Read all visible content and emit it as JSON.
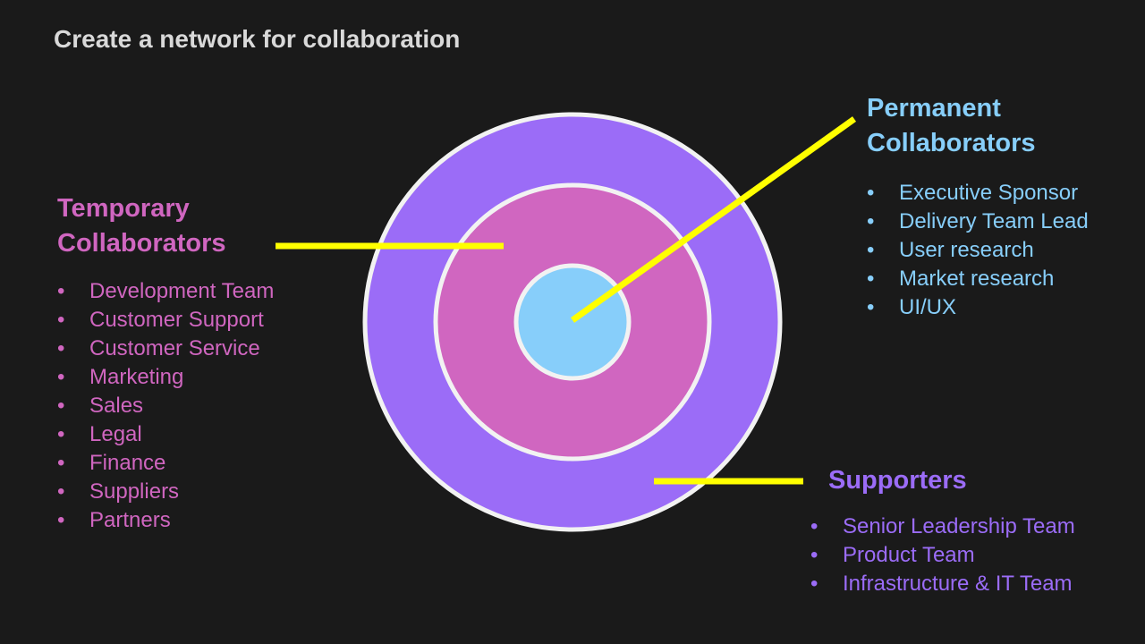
{
  "title": "Create a network for collaboration",
  "colors": {
    "background": "#1a1a1a",
    "title": "#d9d9d9",
    "outer_ring": "#9b6cf7",
    "middle_ring": "#d066c0",
    "inner_circle": "#87cefa",
    "ring_border": "#f2f2f2",
    "connector": "#ffff00"
  },
  "groups": {
    "temporary": {
      "heading_line1": "Temporary",
      "heading_line2": "Collaborators",
      "items": [
        "Development Team",
        "Customer Support",
        "Customer Service",
        "Marketing",
        "Sales",
        "Legal",
        "Finance",
        "Suppliers",
        "Partners"
      ]
    },
    "permanent": {
      "heading_line1": "Permanent",
      "heading_line2": "Collaborators",
      "items": [
        "Executive Sponsor",
        "Delivery Team Lead",
        "User research",
        "Market research",
        "UI/UX"
      ]
    },
    "supporters": {
      "heading": "Supporters",
      "items": [
        "Senior Leadership Team",
        "Product Team",
        "Infrastructure & IT Team"
      ]
    }
  }
}
